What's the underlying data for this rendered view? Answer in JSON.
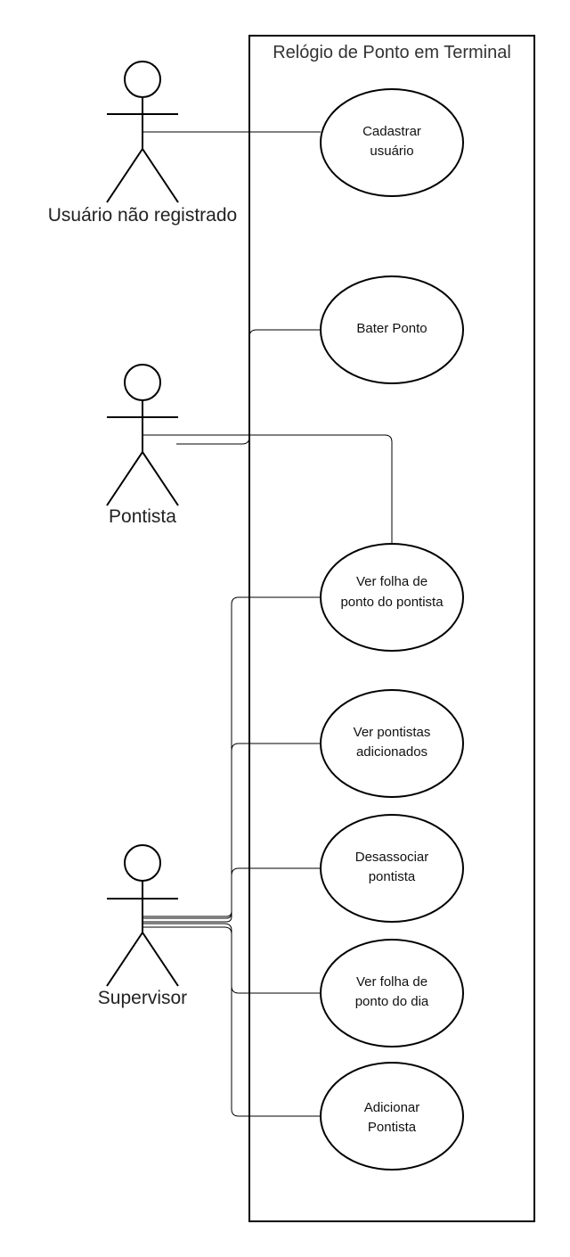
{
  "system": {
    "title": "Relógio de Ponto em Terminal"
  },
  "actors": {
    "unregistered": "Usuário não registrado",
    "pontista": "Pontista",
    "supervisor": "Supervisor"
  },
  "use_cases": {
    "cadastrar": [
      "Cadastrar",
      "usuário"
    ],
    "bater_ponto": [
      "Bater Ponto"
    ],
    "ver_folha_pontista": [
      "Ver folha de",
      "ponto do pontista"
    ],
    "ver_pontistas": [
      "Ver pontistas",
      "adicionados"
    ],
    "desassociar": [
      "Desassociar",
      "pontista"
    ],
    "ver_folha_dia": [
      "Ver folha de",
      "ponto do dia"
    ],
    "adicionar": [
      "Adicionar",
      "Pontista"
    ]
  },
  "colors": {
    "stroke": "#000000",
    "background": "#ffffff",
    "title_text": "#333333"
  }
}
